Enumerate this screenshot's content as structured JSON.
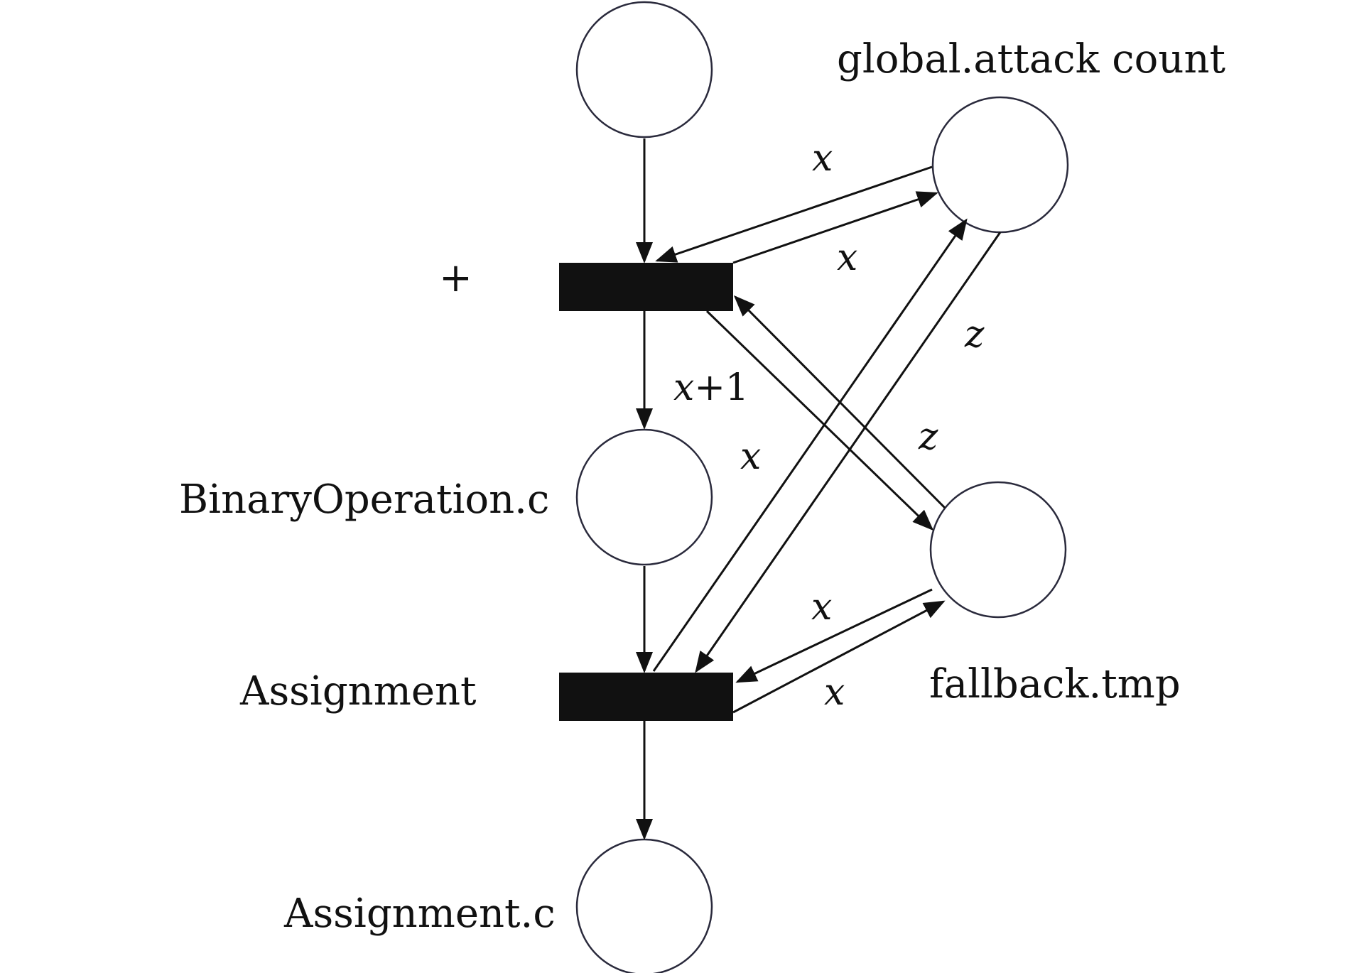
{
  "places": {
    "top": "",
    "global_attack_count": "global.attack count",
    "binary_operation_c": "BinaryOperation.c",
    "fallback_tmp": "fallback.tmp",
    "assignment_c": "Assignment.c"
  },
  "transitions": {
    "plus": "+",
    "assignment": "Assignment"
  },
  "arc_labels": {
    "x_global_to_plus": "x",
    "x_plus_to_global": "x",
    "z_global_to_assign": "z",
    "x1_var": "x",
    "x1_rest": "+1",
    "x_assign_to_global": "x",
    "z_fallback_to_plus": "z",
    "x_fallback_to_assign": "x",
    "x_assign_to_fallback": "x"
  }
}
